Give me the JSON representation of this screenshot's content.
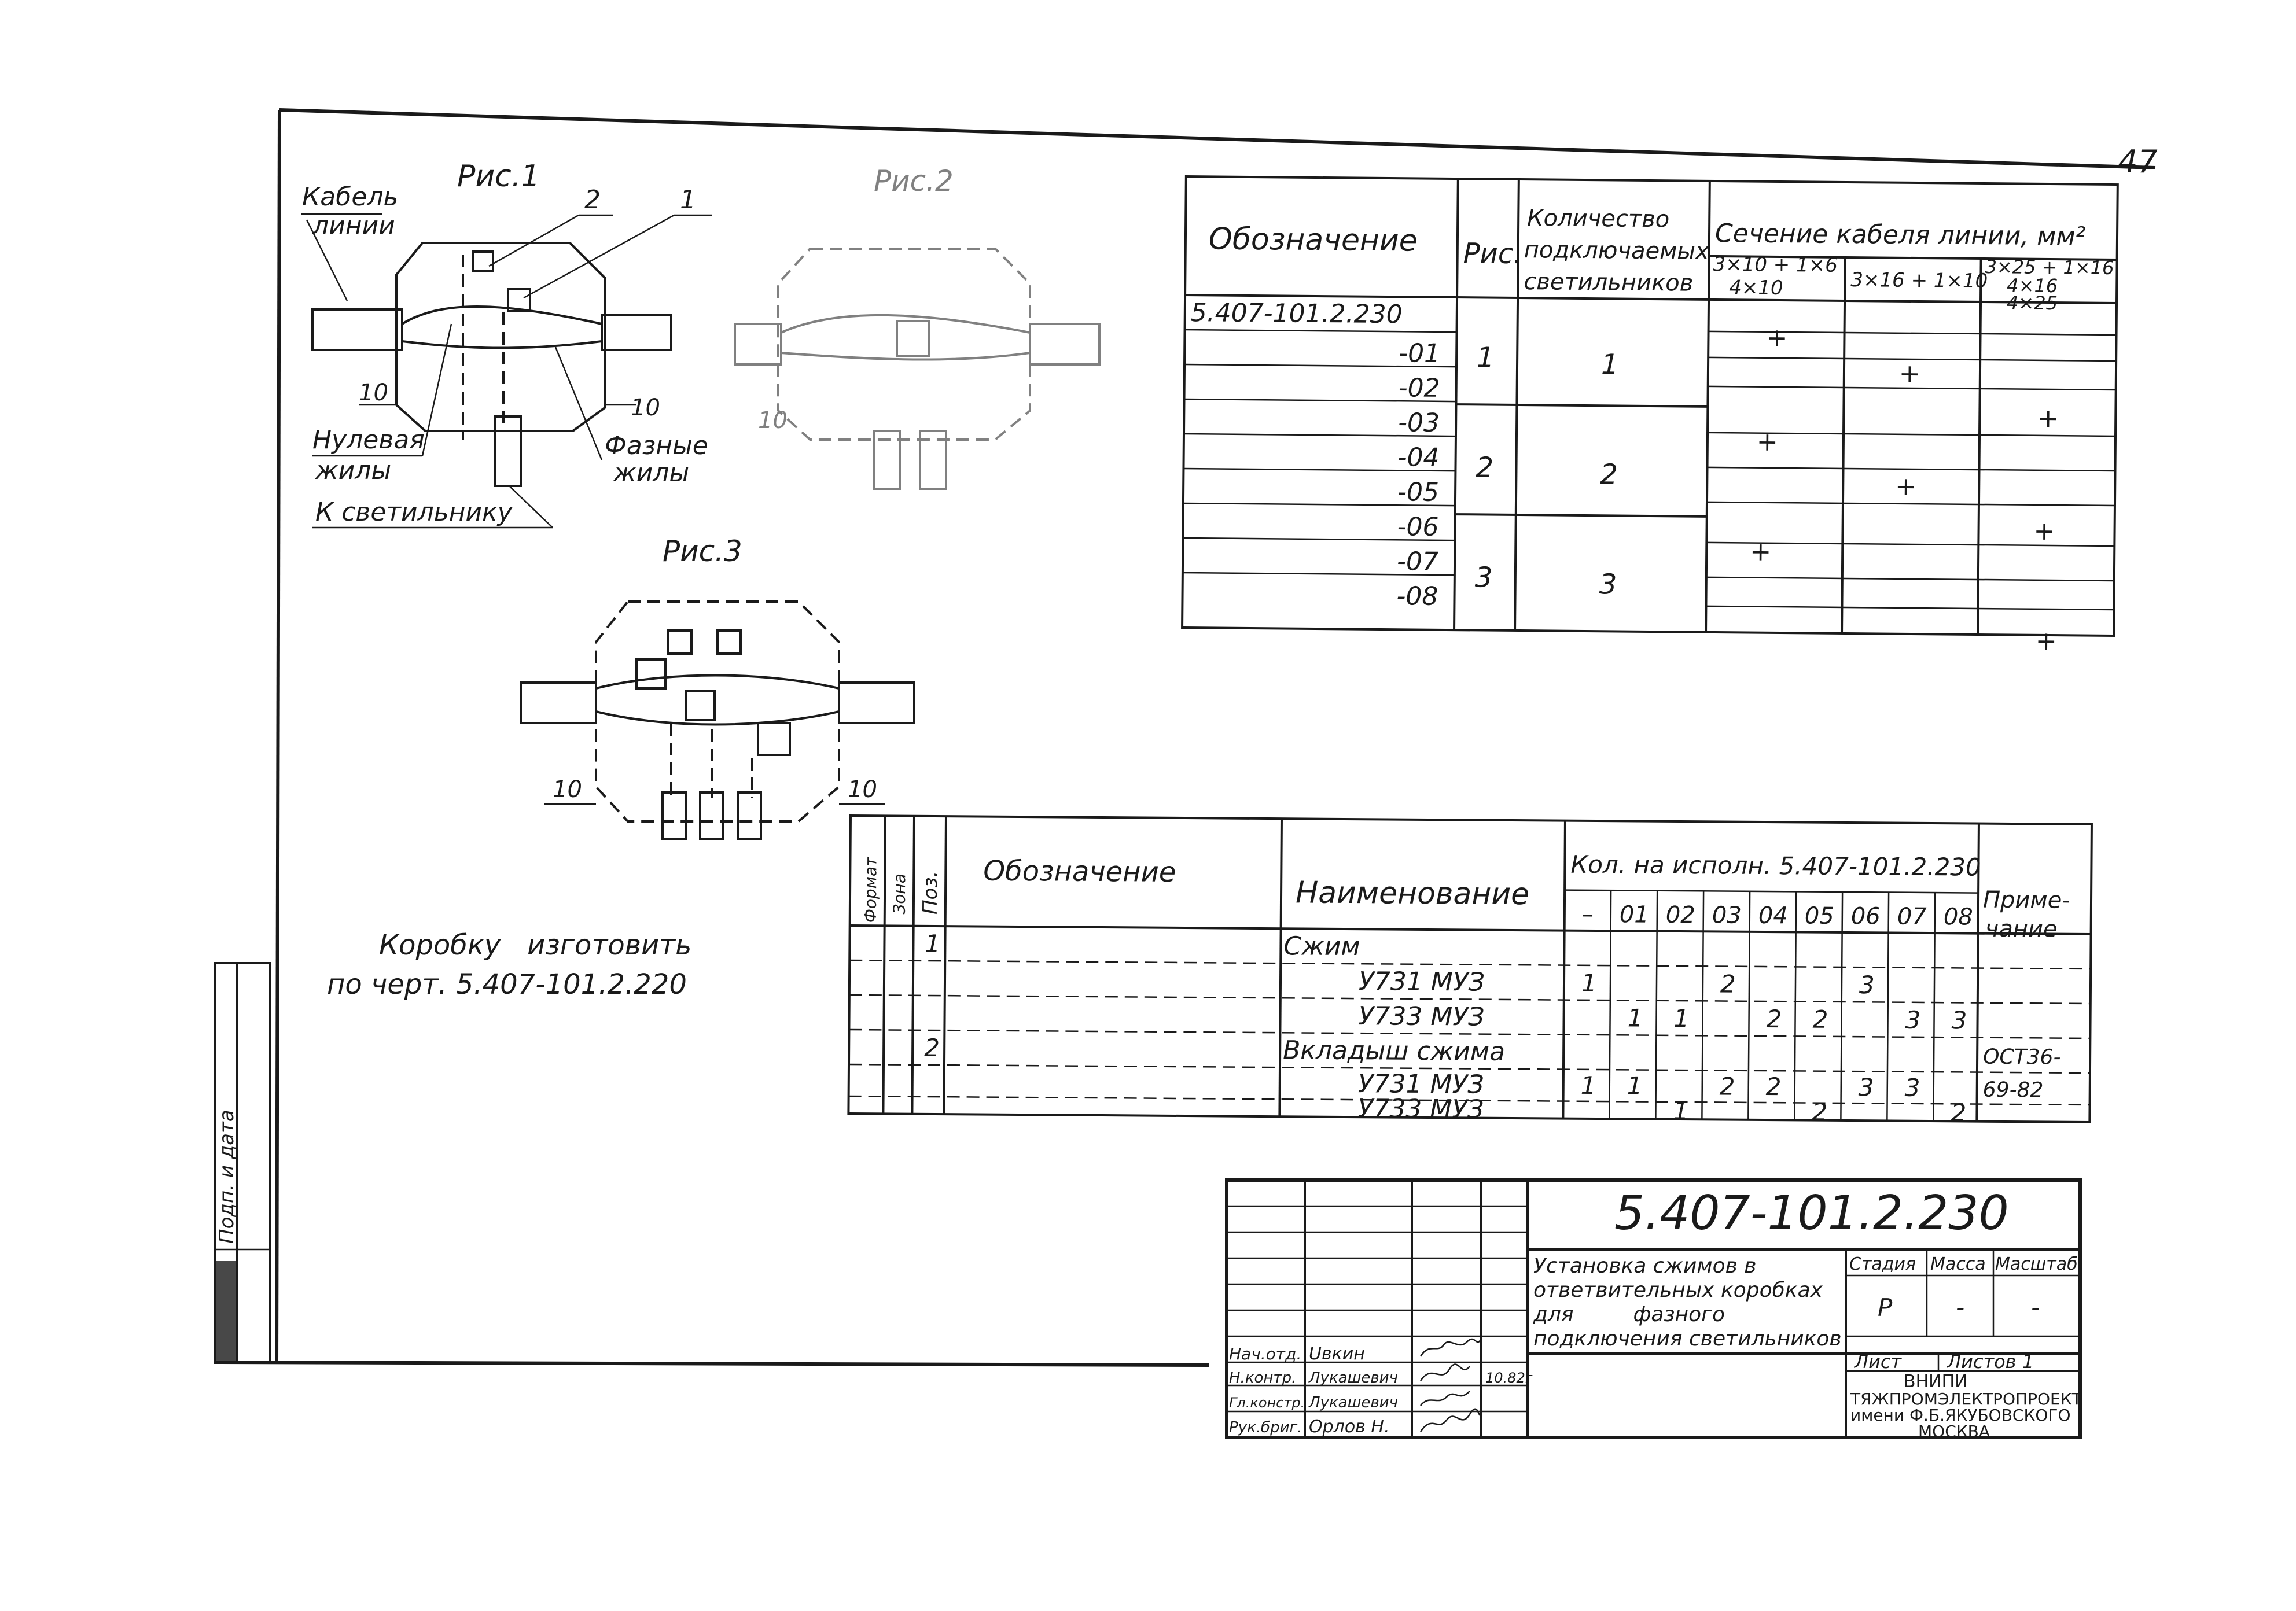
{
  "sheet_number": "47",
  "fig1": {
    "title": "Рис.1",
    "callout_1": "1",
    "callout_2": "2",
    "cable_label_1": "Кабель",
    "cable_label_2": "линии",
    "dim_left": "10",
    "dim_right": "10",
    "neutral_1": "Нулевая",
    "neutral_2": "жилы",
    "phase_1": "Фазные",
    "phase_2": "жилы",
    "to_luminaire": "К светильнику"
  },
  "fig2": {
    "title": "Рис.2",
    "dim_left": "10"
  },
  "fig3": {
    "title": "Рис.3",
    "dim_left": "10",
    "dim_right": "10"
  },
  "note": {
    "line1": "Коробку   изготовить",
    "line2": "по черт. 5.407-101.2.220"
  },
  "table1": {
    "headers": {
      "designation": "Обозначение",
      "fig": "Рис.",
      "qty_1": "Количество",
      "qty_2": "подключаемых",
      "qty_3": "светильников",
      "section": "Сечение кабеля линии, мм²",
      "col_a_1": "3×10 + 1×6",
      "col_a_2": "4×10",
      "col_b": "3×16 + 1×10",
      "col_c_1": "3×25 + 1×16",
      "col_c_2": "4×16",
      "col_c_3": "4×25"
    },
    "base_code": "5.407-101.2.230",
    "rows": [
      {
        "code": "-01",
        "mark": "+"
      },
      {
        "code": "-02",
        "mark": "+"
      },
      {
        "code": "-03",
        "mark": "+"
      },
      {
        "code": "-04",
        "mark": "+"
      },
      {
        "code": "-05",
        "mark": "+"
      },
      {
        "code": "-06",
        "mark": "+"
      },
      {
        "code": "-07",
        "mark": "+"
      },
      {
        "code": "-08",
        "mark": "+"
      }
    ],
    "groups": [
      {
        "fig": "1",
        "qty": "1"
      },
      {
        "fig": "2",
        "qty": "2"
      },
      {
        "fig": "3",
        "qty": "3"
      }
    ]
  },
  "table2": {
    "side_headers": [
      "Формат",
      "Зона",
      "Поз."
    ],
    "h_designation": "Обозначение",
    "h_name": "Наименование",
    "h_qty": "Кол. на исполн. 5.407-101.2.230",
    "h_note_1": "Приме-",
    "h_note_2": "чание",
    "exec_cols": [
      "–",
      "01",
      "02",
      "03",
      "04",
      "05",
      "06",
      "07",
      "08"
    ],
    "rows": [
      {
        "pos": "1",
        "name": "Сжим",
        "qtys": [
          "",
          "",
          "",
          "",
          "",
          "",
          "",
          "",
          ""
        ],
        "note": ""
      },
      {
        "pos": "",
        "name": "У731 МУЗ",
        "qtys": [
          "1",
          "",
          "",
          "2",
          "",
          "",
          "3",
          "",
          ""
        ],
        "note": ""
      },
      {
        "pos": "",
        "name": "У733 МУЗ",
        "qtys": [
          "",
          "1",
          "1",
          "",
          "2",
          "2",
          "",
          "3",
          "3"
        ],
        "note": ""
      },
      {
        "pos": "2",
        "name": "Вкладыш сжима",
        "qtys": [
          "",
          "",
          "",
          "",
          "",
          "",
          "",
          "",
          ""
        ],
        "note": "ОСТ36-"
      },
      {
        "pos": "",
        "name": "У731 МУЗ",
        "qtys": [
          "1",
          "1",
          "",
          "2",
          "2",
          "",
          "3",
          "3",
          ""
        ],
        "note": "69-82"
      },
      {
        "pos": "",
        "name": "У733 МУЗ",
        "qtys": [
          "",
          "",
          "1",
          "",
          "",
          "2",
          "",
          "",
          "2"
        ],
        "note": ""
      }
    ]
  },
  "stamp": {
    "doc_code": "5.407-101.2.230",
    "title_1": "Установка сжимов в",
    "title_2": "ответвительных коробках",
    "title_3": "для         фазного",
    "title_4": "подключения светильников",
    "stage_h": "Стадия",
    "mass_h": "Масса",
    "scale_h": "Масштаб",
    "stage": "Р",
    "mass": "-",
    "scale": "-",
    "sheet": "Лист",
    "sheets": "Листов 1",
    "org_1": "ВНИПИ",
    "org_2": "ТЯЖПРОМЭЛЕКТРОПРОЕКТ",
    "org_3": "имени Ф.Б.ЯКУБОВСКОГО",
    "org_4": "МОСКВА",
    "people": [
      {
        "role": "Нач.отд.",
        "name": "Uвкин",
        "date": ""
      },
      {
        "role": "Н.контр.",
        "name": "Лукашевич",
        "date": "10.82г"
      },
      {
        "role": "Гл.констр.",
        "name": "Лукашевич",
        "date": ""
      },
      {
        "role": "Рук.бриг.",
        "name": "Орлов Н.",
        "date": ""
      }
    ]
  },
  "left_strip": {
    "label": "Подп. и дата"
  }
}
